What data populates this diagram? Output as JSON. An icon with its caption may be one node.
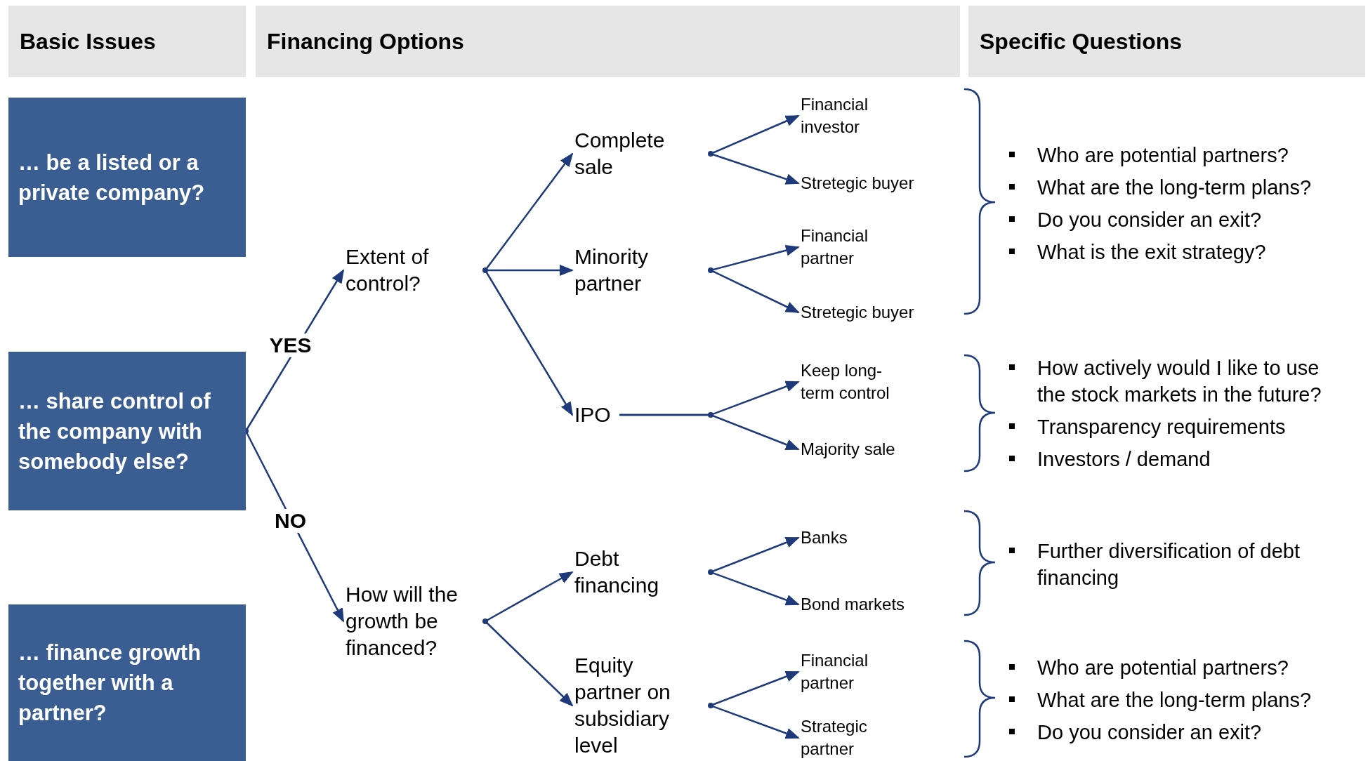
{
  "diagram": {
    "nodes": [
      {
        "text": [
          "Basic Issues"
        ]
      },
      {
        "text": [
          "Financing Options"
        ]
      },
      {
        "text": [
          "Specific Questions"
        ]
      },
      {
        "text": [
          "… be a listed or a private company?"
        ]
      },
      {
        "text": [
          "… share control of the company with somebody else?"
        ]
      },
      {
        "text": [
          "… finance growth together with a partner?"
        ]
      },
      {
        "text": [
          "Extent of control?"
        ]
      },
      {
        "text": [
          "How will the growth be financed?"
        ]
      },
      {
        "text": [
          "Complete sale"
        ]
      },
      {
        "text": [
          "Minority partner"
        ]
      },
      {
        "text": [
          "IPO"
        ]
      },
      {
        "text": [
          "Debt financing"
        ]
      },
      {
        "text": [
          "Equity partner on subsidiary level"
        ]
      },
      {
        "text": [
          "Financial investor"
        ]
      },
      {
        "text": [
          "Stretegic buyer"
        ]
      },
      {
        "text": [
          "Financial partner"
        ]
      },
      {
        "text": [
          "Stretegic buyer"
        ]
      },
      {
        "text": [
          "Keep long-term control"
        ]
      },
      {
        "text": [
          "Majority sale"
        ]
      },
      {
        "text": [
          "Banks"
        ]
      },
      {
        "text": [
          "Bond markets"
        ]
      },
      {
        "text": [
          "Financial partner"
        ]
      },
      {
        "text": [
          "Strategic partner"
        ]
      }
    ],
    "edges": [
      {
        "from": 4,
        "to": 6,
        "arrow": "to",
        "label": "YES"
      },
      {
        "from": 4,
        "to": 7,
        "arrow": "to",
        "label": "NO"
      },
      {
        "from": 6,
        "to": 8,
        "arrow": "to"
      },
      {
        "from": 6,
        "to": 9,
        "arrow": "to"
      },
      {
        "from": 6,
        "to": 10,
        "arrow": "to"
      },
      {
        "from": 7,
        "to": 11,
        "arrow": "to"
      },
      {
        "from": 7,
        "to": 12,
        "arrow": "to"
      },
      {
        "from": 8,
        "to": 13,
        "arrow": "to"
      },
      {
        "from": 8,
        "to": 14,
        "arrow": "to"
      },
      {
        "from": 9,
        "to": 15,
        "arrow": "to"
      },
      {
        "from": 9,
        "to": 16,
        "arrow": "to"
      },
      {
        "from": 10,
        "to": 17,
        "arrow": "to"
      },
      {
        "from": 10,
        "to": 18,
        "arrow": "to"
      },
      {
        "from": 11,
        "to": 19,
        "arrow": "to"
      },
      {
        "from": 11,
        "to": 20,
        "arrow": "to"
      },
      {
        "from": 12,
        "to": 21,
        "arrow": "to"
      },
      {
        "from": 12,
        "to": 22,
        "arrow": "to"
      }
    ],
    "labels": [
      "Who are potential partners?",
      "What are the long-term plans?",
      "Do you consider an exit?",
      "What is the exit strategy?",
      "How actively would I like to use the stock markets in the future?",
      "Transparency requirements",
      "Investors / demand",
      "Further diversification of debt financing",
      "Who are potential partners?",
      "What are the long-term plans?",
      "Do you consider an exit?"
    ]
  }
}
